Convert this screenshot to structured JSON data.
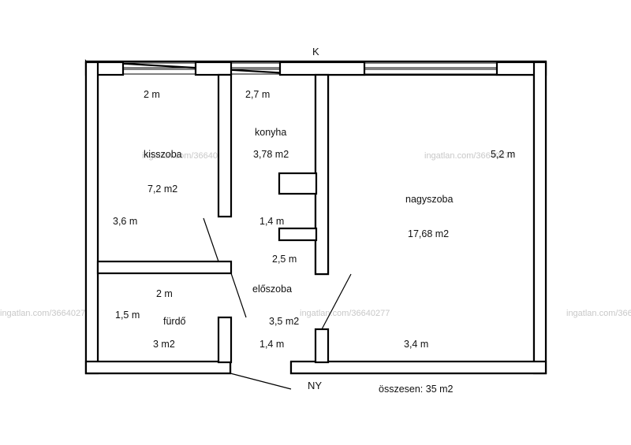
{
  "compass": {
    "north": "K",
    "west": "NY"
  },
  "rooms": [
    {
      "id": "kisszoba",
      "name": "kisszoba",
      "area": "7,2 m2",
      "width": "2 m",
      "length": "3,6 m"
    },
    {
      "id": "konyha",
      "name": "konyha",
      "area": "3,78 m2",
      "width": "2,7 m",
      "length": "1,4 m"
    },
    {
      "id": "nagyszoba",
      "name": "nagyszoba",
      "area": "17,68 m2",
      "width": "3,4 m",
      "length": "5,2 m"
    },
    {
      "id": "eloszoba",
      "name": "előszoba",
      "area": "3,5 m2",
      "width": "1,4 m",
      "length": "2,5 m"
    },
    {
      "id": "furdo",
      "name": "fürdő",
      "area": "3 m2",
      "width": "2 m",
      "length": "1,5 m"
    }
  ],
  "total": "összesen: 35 m2",
  "watermark": "ingatlan.com/36640277",
  "colors": {
    "wall": "#000000",
    "background": "#ffffff",
    "text": "#111111",
    "watermark": "#c8c8c8"
  }
}
